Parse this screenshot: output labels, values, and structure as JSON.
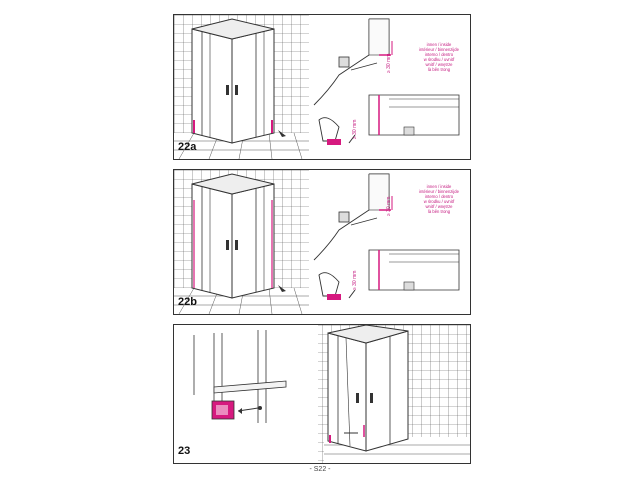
{
  "steps": [
    {
      "label": "22a",
      "note_lines": [
        "innen / inside",
        "intérieur / binnenzijde",
        "interno / dentro",
        "w środku / uvnitř",
        "wnitř / wnętrze",
        "là bên trong"
      ],
      "dimension": "≥ 30 mm",
      "dimension_lower": "≥ 30 mm"
    },
    {
      "label": "22b",
      "note_lines": [
        "innen / inside",
        "intérieur / binnenzijde",
        "interno / dentro",
        "w środku / uvnitř",
        "wnitř / wnętrze",
        "là bên trong"
      ],
      "dimension": "≥ 30 mm",
      "dimension_lower": "≥ 30 mm"
    },
    {
      "label": "23"
    }
  ],
  "page_number": "- S22 -",
  "colors": {
    "accent": "#d6197f",
    "line": "#333333",
    "tile": "#555555"
  }
}
